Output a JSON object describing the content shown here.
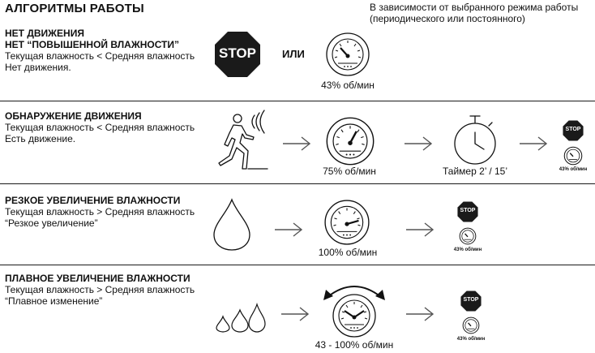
{
  "title": "АЛГОРИТМЫ РАБОТЫ",
  "note": [
    "В зависимости от выбранного режима работы",
    "(периодического или постоянного)"
  ],
  "stop_label": "STOP",
  "sections": [
    {
      "headings": [
        "НЕТ ДВИЖЕНИЯ",
        "НЕТ “ПОВЫШЕННОЙ ВЛАЖНОСТИ”"
      ],
      "lines": [
        "Текущая влажность < Средняя влажность",
        "Нет движения."
      ],
      "or_label": "ИЛИ",
      "speed_label": "43% об/мин"
    },
    {
      "headings": [
        "ОБНАРУЖЕНИЕ ДВИЖЕНИЯ"
      ],
      "lines": [
        "Текущая влажность < Средняя влажность",
        "Есть движение."
      ],
      "speed_label": "75% об/мин",
      "timer_label": "Таймер 2’ / 15’",
      "end_speed_label": "43% об/мин"
    },
    {
      "headings": [
        "РЕЗКОЕ УВЕЛИЧЕНИЕ ВЛАЖНОСТИ"
      ],
      "lines": [
        "Текущая влажность > Средняя влажность",
        "“Резкое увеличение”"
      ],
      "speed_label": "100% об/мин",
      "end_speed_label": "43% об/мин"
    },
    {
      "headings": [
        "ПЛАВНОЕ УВЕЛИЧЕНИЕ ВЛАЖНОСТИ"
      ],
      "lines": [
        "Текущая влажность > Средняя влажность",
        "“Плавное изменение”"
      ],
      "speed_label": "43 - 100% об/мин",
      "end_speed_label": "43% об/мин"
    }
  ],
  "colors": {
    "ink": "#111111",
    "stop_fill": "#1a1a1a",
    "line": "#1a1a1a",
    "arrow": "#555555"
  }
}
